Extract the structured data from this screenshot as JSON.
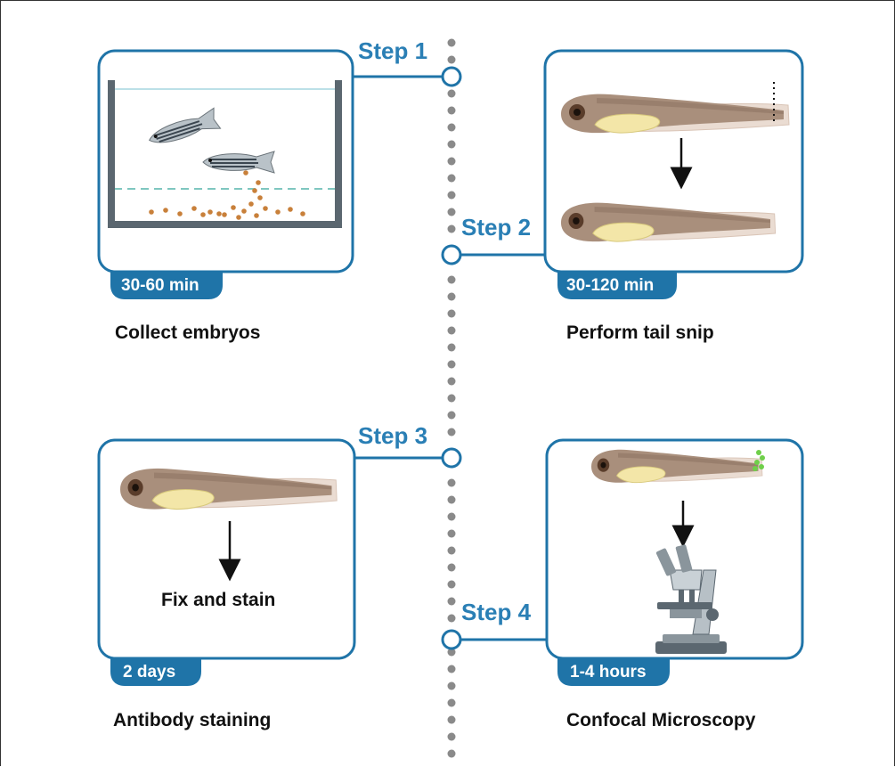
{
  "steps": [
    {
      "step_label": "Step 1",
      "duration": "30-60 min",
      "caption": "Collect embryos"
    },
    {
      "step_label": "Step 2",
      "duration": "30-120 min",
      "caption": "Perform tail snip"
    },
    {
      "step_label": "Step 3",
      "duration": "2 days",
      "caption": "Antibody staining",
      "inner_text": "Fix and stain"
    },
    {
      "step_label": "Step 4",
      "duration": "1-4 hours",
      "caption": "Confocal Microscopy"
    }
  ],
  "colors": {
    "accent": "#1f74a8",
    "step_text": "#2a7fb5",
    "timeline_dots": "#8a8a8a",
    "fish_body": "#a98f7c",
    "fish_yolk": "#f3e6a8",
    "fin": "#eadcd2",
    "egg": "#c8803a",
    "water_line": "#7fc7c0",
    "tank_wall": "#5b6770",
    "fluorescence": "#6fcf4a"
  }
}
